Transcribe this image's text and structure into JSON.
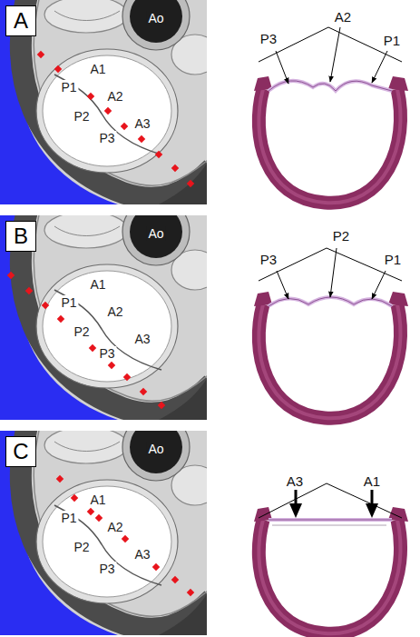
{
  "diagram": {
    "nodes": [
      {
        "text": [
          "A"
        ]
      },
      {
        "text": [
          "B"
        ]
      },
      {
        "text": [
          "C"
        ]
      }
    ],
    "labels": [
      "Ao",
      "A1",
      "P1",
      "A2",
      "P2",
      "A3",
      "P3",
      "P3",
      "A2",
      "P1",
      "Ao",
      "A1",
      "P1",
      "A2",
      "P2",
      "A3",
      "P3",
      "P3",
      "P2",
      "P1",
      "Ao",
      "A1",
      "P1",
      "A2",
      "P2",
      "A3",
      "P3",
      "A3",
      "A1"
    ]
  }
}
